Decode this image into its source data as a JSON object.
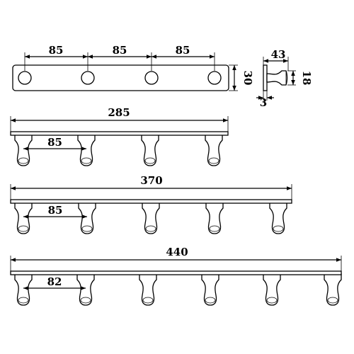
{
  "top_view": {
    "spacing_labels": [
      "85",
      "85",
      "85"
    ],
    "height_label": "30"
  },
  "side_view": {
    "depth_label": "43",
    "height_label": "18",
    "thickness_label": "3"
  },
  "racks": [
    {
      "length_label": "285",
      "spacing_label": "85",
      "hooks": 4
    },
    {
      "length_label": "370",
      "spacing_label": "85",
      "hooks": 5
    },
    {
      "length_label": "440",
      "spacing_label": "82",
      "hooks": 6
    }
  ]
}
